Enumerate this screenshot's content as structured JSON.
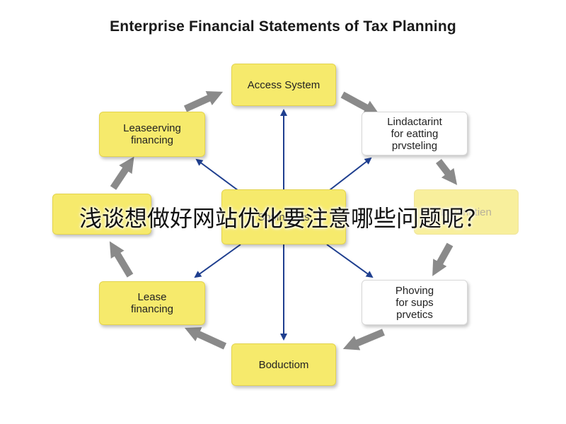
{
  "title": "Enterprise Financial Statements of Tax Planning",
  "overlay_caption": "浅谈想做好网站优化要注意哪些问题呢？",
  "nodes": {
    "access": "Access System",
    "right_top": "Lindactarint\nfor eatting\nprvsteling",
    "leaseserving": "Leaseerving\nfinancing",
    "center": "Sopinhaws",
    "left_mid": "",
    "right_mid": "Dedinatien",
    "lease": "Lease\nfinancing",
    "right_bottom": "Phoving\nfor sups\nprvetics",
    "bottom": "Boductiom"
  },
  "colors": {
    "node_yellow": "#f6ea6c",
    "node_white": "#ffffff",
    "cycle_arrow": "#8a8a8a",
    "spoke_arrow": "#1f3f8f"
  }
}
